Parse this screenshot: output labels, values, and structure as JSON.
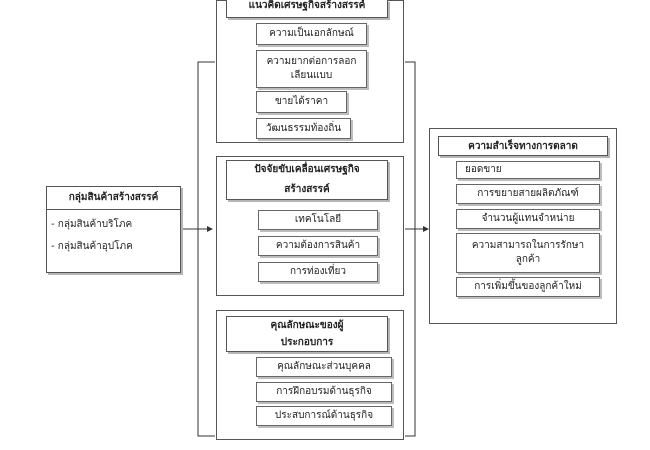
{
  "left": {
    "title": "กลุ่มสินค้าสร้างสรรค์",
    "items": [
      "- กลุ่มสินค้าบริโภค",
      "- กลุ่มสินค้าอุปโภค"
    ]
  },
  "top_group": {
    "title": "แนวคิดเศรษฐกิจสร้างสรรค์",
    "items": [
      "ความเป็นเอกลักษณ์",
      "ความยากต่อการลอกเลียนแบบ",
      "ขายได้ราคา",
      "วัฒนธรรมท้องถิ่น"
    ]
  },
  "middle_group": {
    "title": "ปัจจัยขับเคลื่อนเศรษฐกิจสร้างสรรค์",
    "items": [
      "เทคโนโลยี",
      "ความต้องการสินค้า",
      "การท่องเที่ยว"
    ]
  },
  "bottom_group": {
    "title": "คุณลักษณะของผู้ประกอบการ",
    "items": [
      "คุณลักษณะส่วนบุคคล",
      "การฝึกอบรมด้านธุรกิจ",
      "ประสบการณ์ด้านธุรกิจ"
    ]
  },
  "right": {
    "title": "ความสำเร็จทางการตลาด",
    "items": [
      "ยอดขาย",
      "การขยายสายผลิตภัณฑ์",
      "จำนวนผู้แทนจำหน่าย",
      "ความสามารถในการรักษาลูกค้า",
      "การเพิ่มขึ้นของลูกค้าใหม่"
    ]
  }
}
